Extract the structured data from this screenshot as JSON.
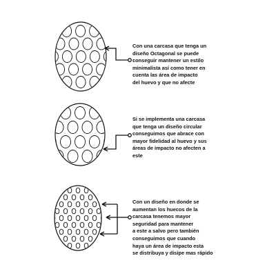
{
  "diagram": {
    "line_color": "#111111",
    "captions": [
      {
        "id": "octagonal",
        "lines": [
          "Con una carcasa que tenga un",
          "diseño Octagonal se puede",
          "conseguir mantener un estilo",
          "minimalista así como tener en",
          "cuenta las área de impacto",
          "del huevo y que no afecte"
        ]
      },
      {
        "id": "circular",
        "lines": [
          "Si se implementa una carcasa",
          "que tenga un diseño circular",
          "conseguimos que abrace con",
          "mayor fidelidad al huevo y sus",
          "áreas de impacto no afecten a",
          "este"
        ]
      },
      {
        "id": "dense",
        "lines": [
          "Con un diseño en donde se",
          "aumentan los huecos de la",
          "carcasa tenemos mayor",
          "seguridad para mantener",
          "a este a salvo pero también",
          "conseguimos que cuando",
          "haya un área de impacto esta",
          "se distribuya y disipe mas rápido"
        ]
      }
    ]
  }
}
